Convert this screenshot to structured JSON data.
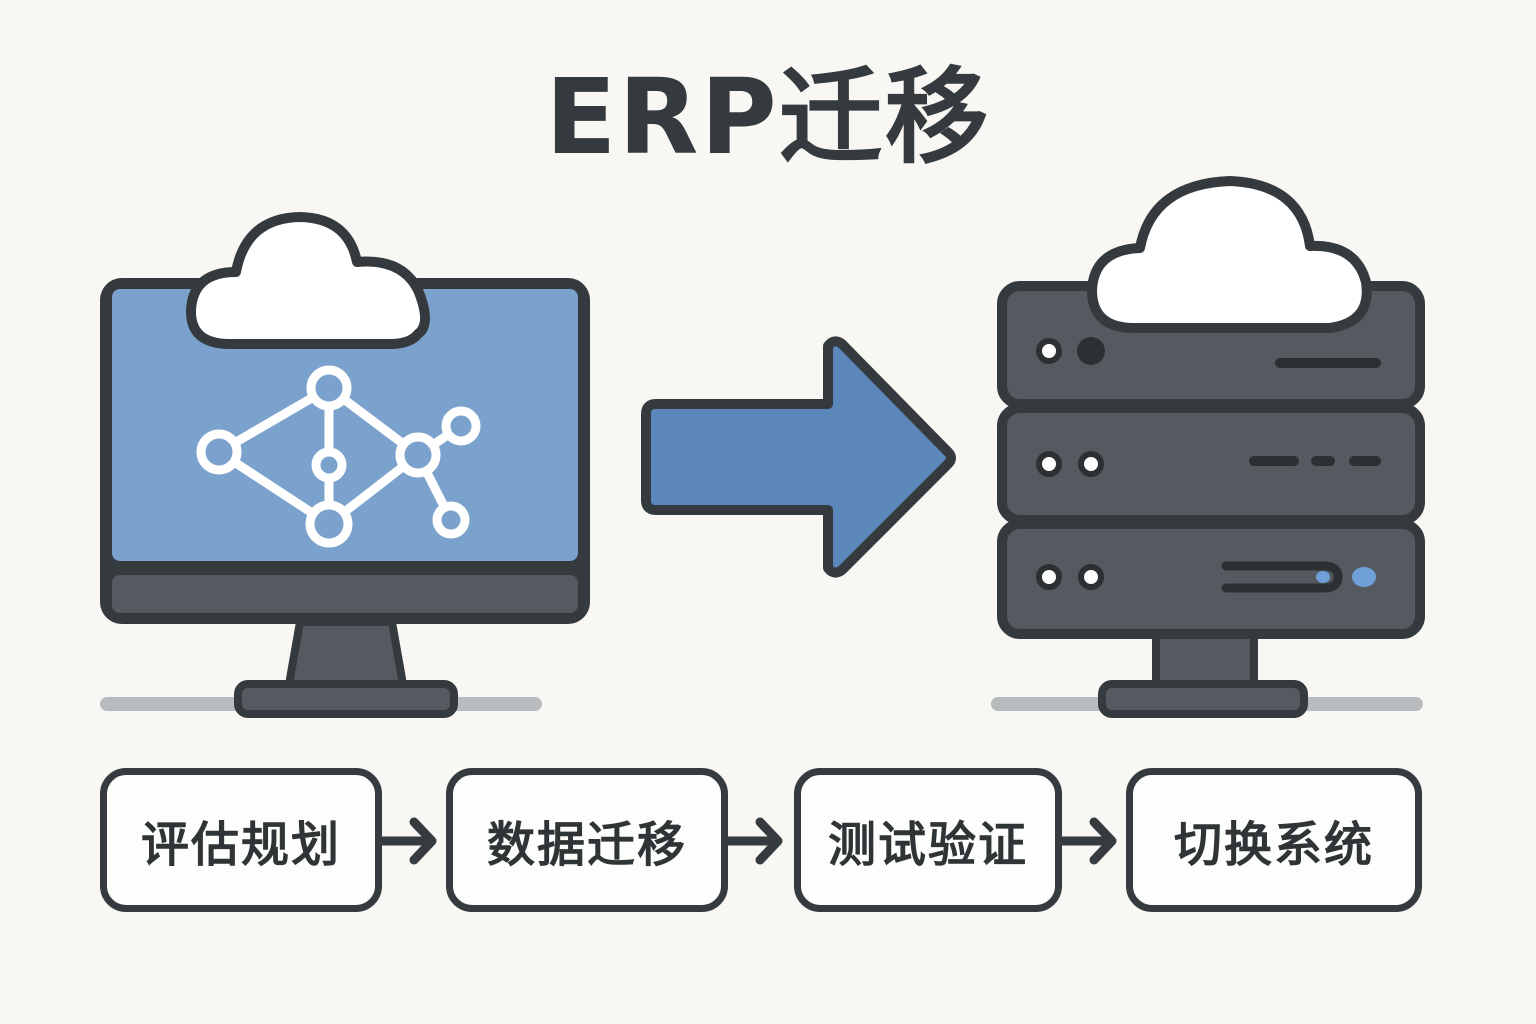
{
  "title": "ERP迁移",
  "colors": {
    "outline": "#353a3e",
    "screen_blue": "#7aa2cc",
    "arrow_blue": "#5c87bb",
    "server_gray": "#53585e",
    "background": "#f8f7f3",
    "led_blue": "#6e9fd6"
  },
  "illustration": {
    "source": {
      "type": "desktop-monitor",
      "screen_icon": "network-graph-icon",
      "badge_icon": "cloud-icon"
    },
    "transition": {
      "icon": "arrow-right-icon"
    },
    "target": {
      "type": "server-rack",
      "units": 3,
      "badge_icon": "cloud-icon"
    }
  },
  "steps": [
    {
      "label": "评估规划"
    },
    {
      "label": "数据迁移"
    },
    {
      "label": "测试验证"
    },
    {
      "label": "切换系统"
    }
  ]
}
